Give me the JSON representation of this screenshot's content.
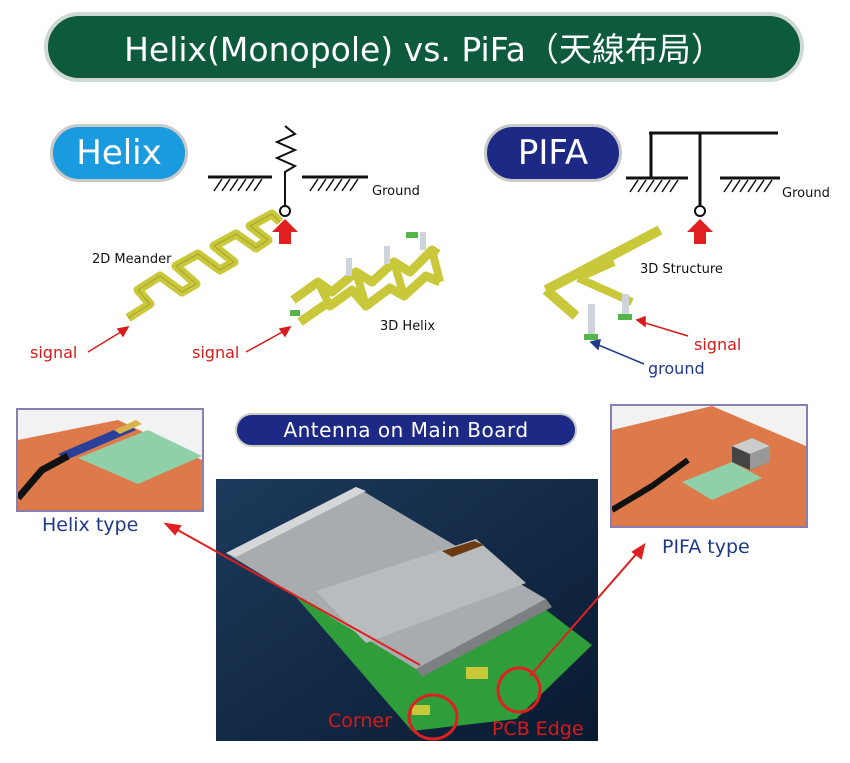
{
  "title": "Helix(Monopole) vs. PiFa（天線布局）",
  "helix_pill": "Helix",
  "pifa_pill": "PIFA",
  "ground_label_left": "Ground",
  "ground_label_right": "Ground",
  "meander_label": "2D Meander",
  "helix3d_label": "3D Helix",
  "structure3d_label": "3D Structure",
  "signal_label_1": "signal",
  "signal_label_2": "signal",
  "signal_label_3": "signal",
  "ground_label_pifa": "ground",
  "board_pill": "Antenna on Main Board",
  "helix_type_label": "Helix type",
  "pifa_type_label": "PIFA type",
  "corner_label": "Corner",
  "pcb_edge_label": "PCB Edge",
  "colors": {
    "title_bg": "#0d5a3c",
    "helix_blue": "#1a9be0",
    "pifa_navy": "#1c2a86",
    "arrow_red": "#e02020",
    "antenna_yellow": "#c8c83a"
  }
}
